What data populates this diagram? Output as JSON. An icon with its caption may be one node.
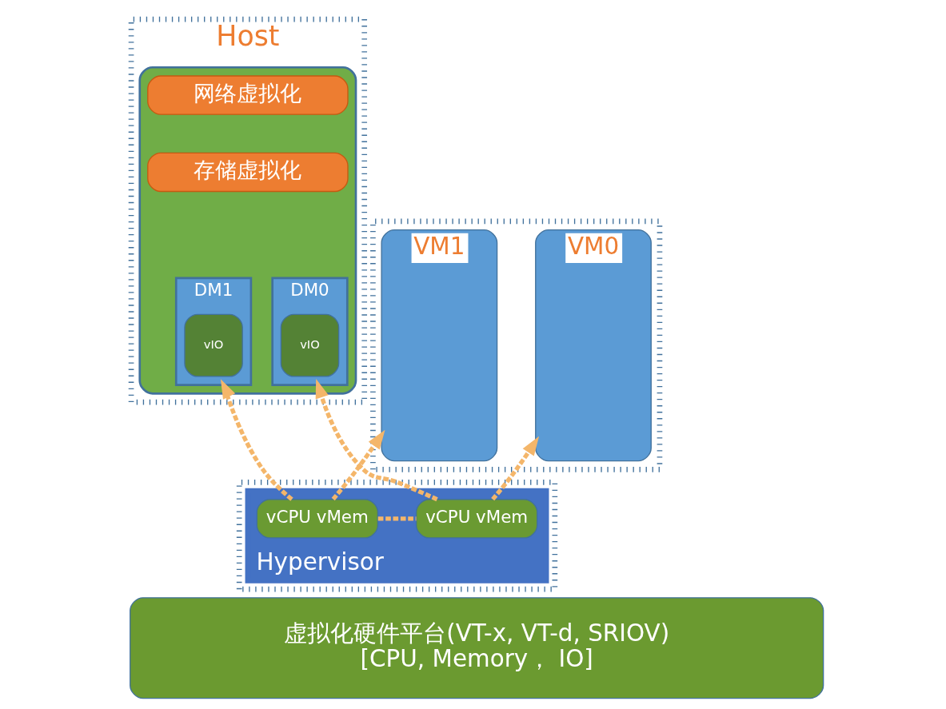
{
  "diagram": {
    "nodes": [
      {
        "text": [
          "Host"
        ]
      },
      {
        "text": [],
        "shape": "box",
        "in": 0
      },
      {
        "text": [
          "网络虚拟化"
        ],
        "in": 1
      },
      {
        "text": [
          "存储虚拟化"
        ],
        "in": 1
      },
      {
        "text": [
          "DM0"
        ],
        "in": 1
      },
      {
        "text": [
          "vIO"
        ],
        "in": 4
      },
      {
        "text": [
          "DM1"
        ],
        "in": 1
      },
      {
        "text": [
          "vIO"
        ],
        "in": 6
      },
      {
        "text": [],
        "shape": "box"
      },
      {
        "text": [
          "VM0"
        ],
        "in": 8
      },
      {
        "text": [
          "VM1"
        ],
        "in": 8
      },
      {
        "text": [],
        "shape": "box"
      },
      {
        "text": [
          "Hypervisor"
        ],
        "in": 11
      },
      {
        "text": [
          "vCPU vMem"
        ],
        "in": 12
      },
      {
        "text": [
          "vCPU vMem"
        ],
        "in": 12
      },
      {
        "text": [
          "虚拟化硬件平台(VT-x, VT-d, SRIOV)",
          "[CPU, Memory， IO]"
        ]
      }
    ],
    "edges": [
      {
        "from": 13,
        "to": 4,
        "arrow": "to",
        "style": "dashed"
      },
      {
        "from": 14,
        "to": 6,
        "arrow": "to",
        "style": "dashed"
      },
      {
        "from": 13,
        "to": 9,
        "arrow": "to",
        "style": "dashed"
      },
      {
        "from": 14,
        "to": 10,
        "arrow": "to",
        "style": "dashed"
      },
      {
        "from": 14,
        "to": 13,
        "arrow": "none",
        "style": "dashed"
      }
    ]
  }
}
